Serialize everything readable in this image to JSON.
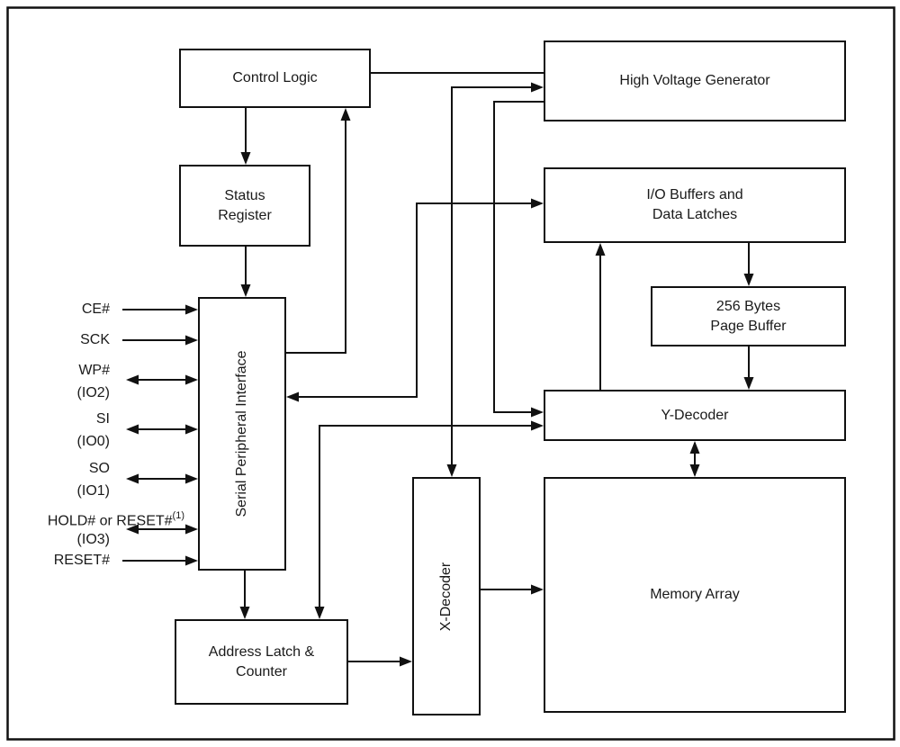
{
  "diagram": {
    "title": "Serial flash memory functional block diagram",
    "blocks": {
      "control_logic": {
        "label": "Control Logic"
      },
      "status_register": {
        "line1": "Status",
        "line2": "Register"
      },
      "spi": {
        "label": "Serial Peripheral Interface"
      },
      "address_latch": {
        "line1": "Address Latch &",
        "line2": "Counter"
      },
      "x_decoder": {
        "label": "X-Decoder"
      },
      "high_voltage_generator": {
        "label": "High Voltage Generator"
      },
      "io_buffers": {
        "line1": "I/O Buffers and",
        "line2": "Data Latches"
      },
      "page_buffer": {
        "line1": "256 Bytes",
        "line2": "Page Buffer"
      },
      "y_decoder": {
        "label": "Y-Decoder"
      },
      "memory_array": {
        "label": "Memory Array"
      }
    },
    "signals": [
      {
        "name": "CE#",
        "sub": "",
        "direction": "in"
      },
      {
        "name": "SCK",
        "sub": "",
        "direction": "in"
      },
      {
        "name": "WP#",
        "sub": "(IO2)",
        "direction": "bidirectional"
      },
      {
        "name": "SI",
        "sub": "(IO0)",
        "direction": "bidirectional"
      },
      {
        "name": "SO",
        "sub": "(IO1)",
        "direction": "bidirectional"
      },
      {
        "name": "HOLD# or RESET#",
        "footnote": "(1)",
        "sub": "(IO3)",
        "direction": "bidirectional"
      },
      {
        "name": "RESET#",
        "sub": "",
        "direction": "in"
      }
    ],
    "colors": {
      "line": "#111111",
      "text": "#1a1a1a",
      "background": "#ffffff",
      "box_fill": "#ffffff"
    }
  }
}
